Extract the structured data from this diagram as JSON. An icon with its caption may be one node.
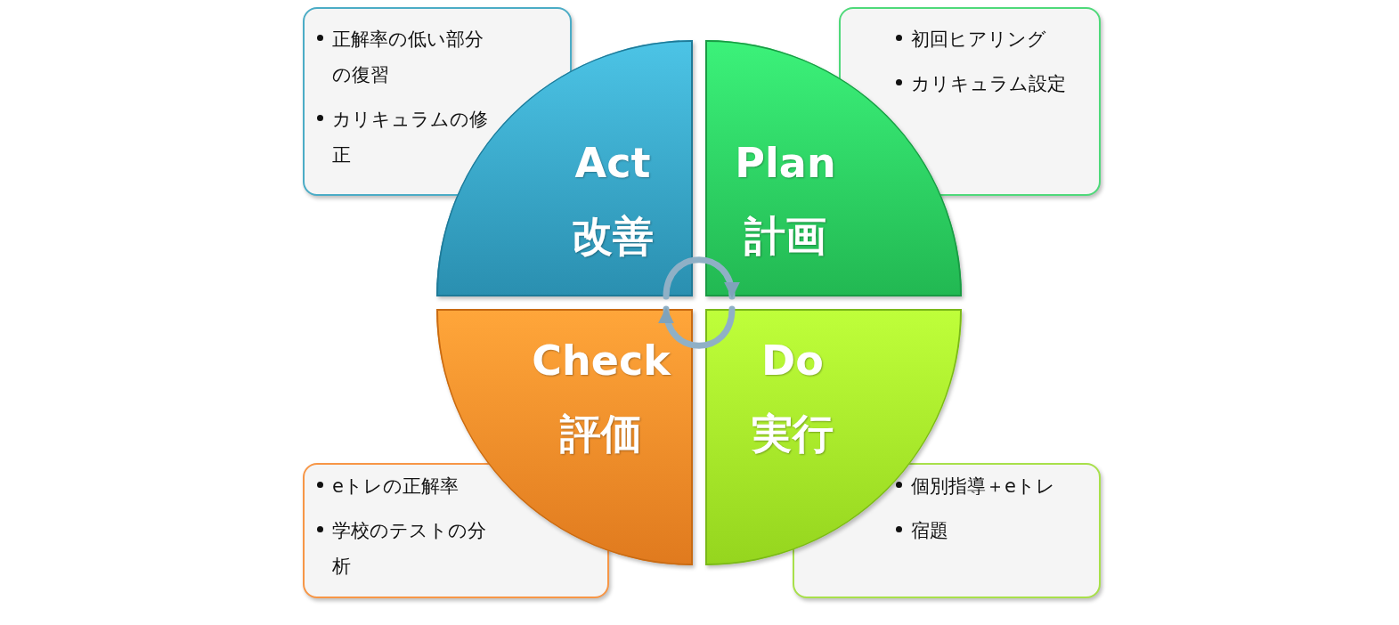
{
  "diagram": {
    "nodes": [
      {
        "text": [
          "正解率の低い部分の復習",
          "カリキュラムの修正"
        ]
      },
      {
        "text": [
          "初回ヒアリング",
          "カリキュラム設定"
        ]
      },
      {
        "text": [
          "Act",
          "改善"
        ]
      },
      {
        "text": [
          "Plan",
          "計画"
        ]
      },
      {
        "text": [
          "Check",
          "評価"
        ]
      },
      {
        "text": [
          "Do",
          "実行"
        ]
      },
      {
        "text": [
          "eトレの正解率",
          "学校のテストの分析"
        ]
      },
      {
        "text": [
          "個別指導＋eトレ",
          "宿題"
        ]
      }
    ],
    "edges": [
      {
        "from": 2,
        "to": 3,
        "arrow": "to"
      },
      {
        "from": 5,
        "to": 4,
        "arrow": "to"
      }
    ]
  }
}
